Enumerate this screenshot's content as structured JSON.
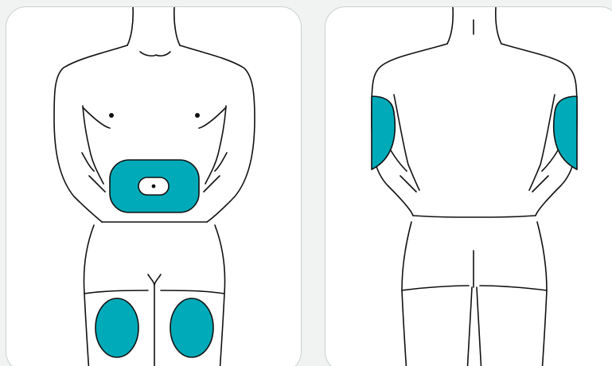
{
  "colors": {
    "site": "#01aab8",
    "panel_bg": "#ffffff",
    "page_bg": "#f1f3f3",
    "outline": "#111111"
  },
  "views": [
    {
      "name": "front",
      "sites": [
        "abdomen",
        "left-thigh",
        "right-thigh"
      ]
    },
    {
      "name": "back",
      "sites": [
        "left-upper-arm",
        "right-upper-arm"
      ]
    }
  ]
}
